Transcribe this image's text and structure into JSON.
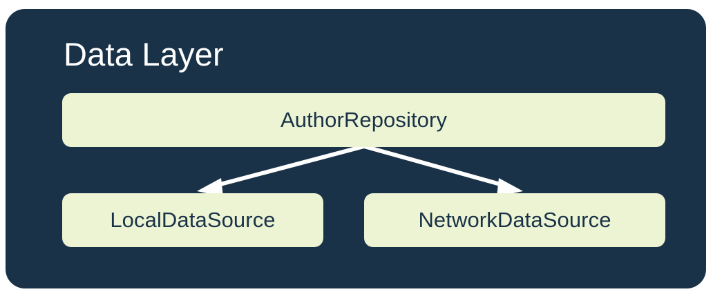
{
  "diagram": {
    "title": "Data Layer",
    "panel_color": "#193247",
    "node_fill": "#EDF4D4",
    "node_text_color": "#193247",
    "title_color": "#ffffff",
    "arrow_color": "#ffffff",
    "nodes": [
      {
        "id": "repository",
        "label": "AuthorRepository"
      },
      {
        "id": "local",
        "label": "LocalDataSource"
      },
      {
        "id": "network",
        "label": "NetworkDataSource"
      }
    ],
    "edges": [
      {
        "from": "repository",
        "to": "local",
        "direction": "down-left",
        "arrowhead": "open-triangle"
      },
      {
        "from": "repository",
        "to": "network",
        "direction": "down-right",
        "arrowhead": "open-triangle"
      }
    ]
  }
}
